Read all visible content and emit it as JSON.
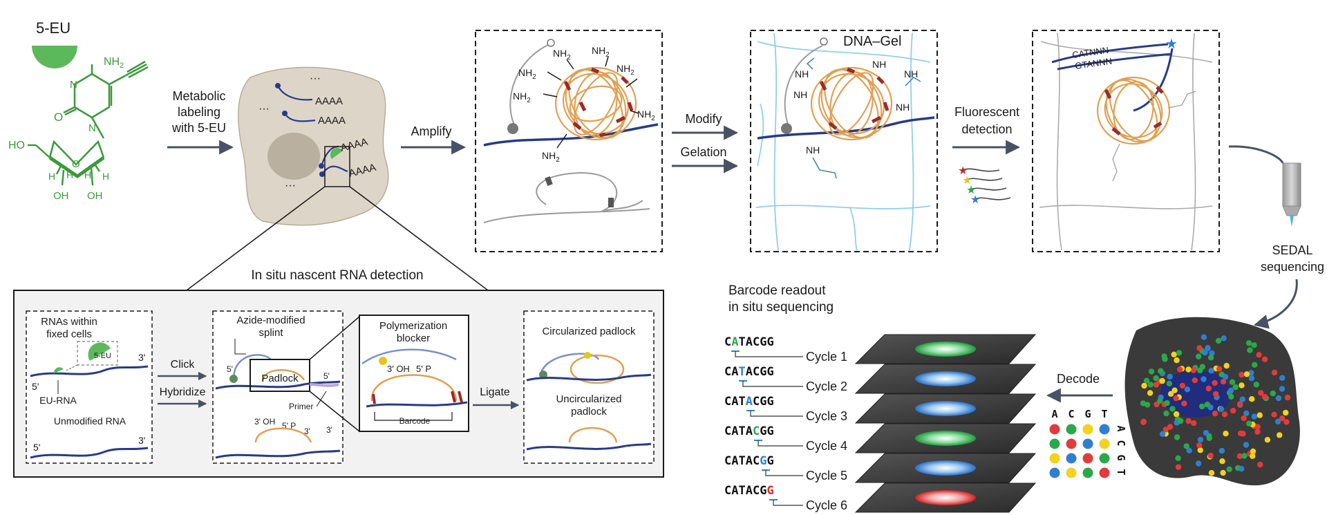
{
  "molecule": {
    "title": "5-EU",
    "nh2": "NH",
    "nh2_sub": "2",
    "o": "O",
    "n1": "N",
    "n2": "N",
    "ho": "HO",
    "o_ring": "O",
    "h1": "H",
    "h2": "H",
    "h3": "H",
    "h4": "H",
    "oh1": "OH",
    "oh2": "OH"
  },
  "steps": {
    "metabolic": [
      "Metabolic",
      "labeling",
      "with 5-EU"
    ],
    "amplify": "Amplify",
    "modify": "Modify",
    "gelation": "Gelation",
    "fluorescent": [
      "Fluorescent",
      "detection"
    ],
    "sedal": [
      "SEDAL",
      "sequencing"
    ],
    "decode": "Decode"
  },
  "cell": {
    "poly_a": "AAAA",
    "dots": "···"
  },
  "amplicon": {
    "nh2": "NH",
    "nh2_sub": "2"
  },
  "gel": {
    "title": "DNA–Gel",
    "nh": "NH"
  },
  "probes": {
    "p1": "CATNNN",
    "p2": "GTANNN"
  },
  "detail": {
    "title": "In situ nascent RNA detection",
    "panel1": {
      "title": [
        "RNAs within",
        "fixed cells"
      ],
      "eu_badge": "5-EU",
      "eu_rna": "EU-RNA",
      "unmodified": "Unmodified RNA",
      "five_prime": "5'",
      "three_prime": "3'"
    },
    "click": "Click",
    "hybridize": "Hybridize",
    "panel2": {
      "splint": [
        "Azide-modified",
        "splint"
      ],
      "padlock": "Padlock",
      "primer": "Primer",
      "three_oh": "3' OH",
      "five_p": "5' P",
      "five_prime": "5'",
      "three_prime": "3'"
    },
    "zoom": {
      "title": [
        "Polymerization",
        "blocker"
      ],
      "three_oh": "3' OH",
      "five_p": "5' P",
      "barcode": "Barcode"
    },
    "ligate": "Ligate",
    "panel3": {
      "circ": "Circularized padlock",
      "uncirc": [
        "Uncircularized",
        "padlock"
      ]
    }
  },
  "readout": {
    "title": [
      "Barcode readout",
      "in situ sequencing"
    ],
    "sequence": "CATACGG",
    "cycles": [
      "Cycle 1",
      "Cycle 2",
      "Cycle 3",
      "Cycle 4",
      "Cycle 5",
      "Cycle 6"
    ],
    "cycle_colors": [
      "#2aa84a",
      "#2f7fd0",
      "#2f7fd0",
      "#2aa84a",
      "#2f7fd0",
      "#d62b2b"
    ]
  },
  "decode_grid": {
    "cols": [
      "A",
      "C",
      "G",
      "T"
    ],
    "rows": [
      "A",
      "C",
      "G",
      "T"
    ],
    "colors": [
      [
        "#e23b3b",
        "#2aa84a",
        "#f2d21b",
        "#2f7fd0"
      ],
      [
        "#2aa84a",
        "#e23b3b",
        "#2f7fd0",
        "#f2d21b"
      ],
      [
        "#f2d21b",
        "#2f7fd0",
        "#e23b3b",
        "#2aa84a"
      ],
      [
        "#2f7fd0",
        "#f2d21b",
        "#2aa84a",
        "#e23b3b"
      ]
    ]
  },
  "palette": {
    "navy": "#283a8a",
    "orange": "#e0a052",
    "green": "#3a9a3a",
    "gel_line": "#8ed0e6",
    "tissue": "#3a3a3a"
  }
}
